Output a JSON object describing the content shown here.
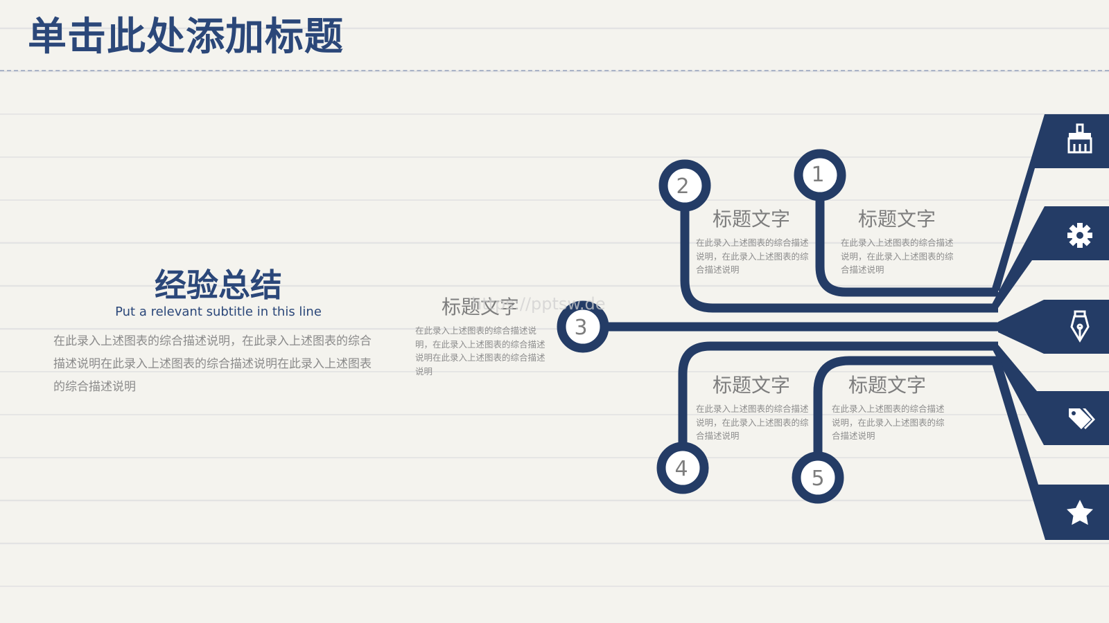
{
  "header": {
    "title": "单击此处添加标题"
  },
  "summary": {
    "title": "经验总结",
    "subtitle": "Put a relevant subtitle in this line",
    "body": "在此录入上述图表的综合描述说明，在此录入上述图表的综合描述说明在此录入上述图表的综合描述说明在此录入上述图表的综合描述说明"
  },
  "nodes": [
    {
      "number": "1",
      "title": "标题文字",
      "desc": "在此录入上述图表的综合描述说明，在此录入上述图表的综合描述说明"
    },
    {
      "number": "2",
      "title": "标题文字",
      "desc": "在此录入上述图表的综合描述说明，在此录入上述图表的综合描述说明"
    },
    {
      "number": "3",
      "title": "标题文字",
      "desc": "在此录入上述图表的综合描述说明，在此录入上述图表的综合描述说明在此录入上述图表的综合描述说明"
    },
    {
      "number": "4",
      "title": "标题文字",
      "desc": "在此录入上述图表的综合描述说明，在此录入上述图表的综合描述说明"
    },
    {
      "number": "5",
      "title": "标题文字",
      "desc": "在此录入上述图表的综合描述说明，在此录入上述图表的综合描述说明"
    }
  ],
  "side_icons": [
    "brush-icon",
    "gear-icon",
    "pen-nib-icon",
    "tags-icon",
    "star-icon"
  ],
  "watermark": "https://pptsw.de",
  "colors": {
    "navy": "#243c66",
    "title_blue": "#2b4779",
    "text_gray": "#8a8a8a",
    "background": "#f4f3ee"
  }
}
